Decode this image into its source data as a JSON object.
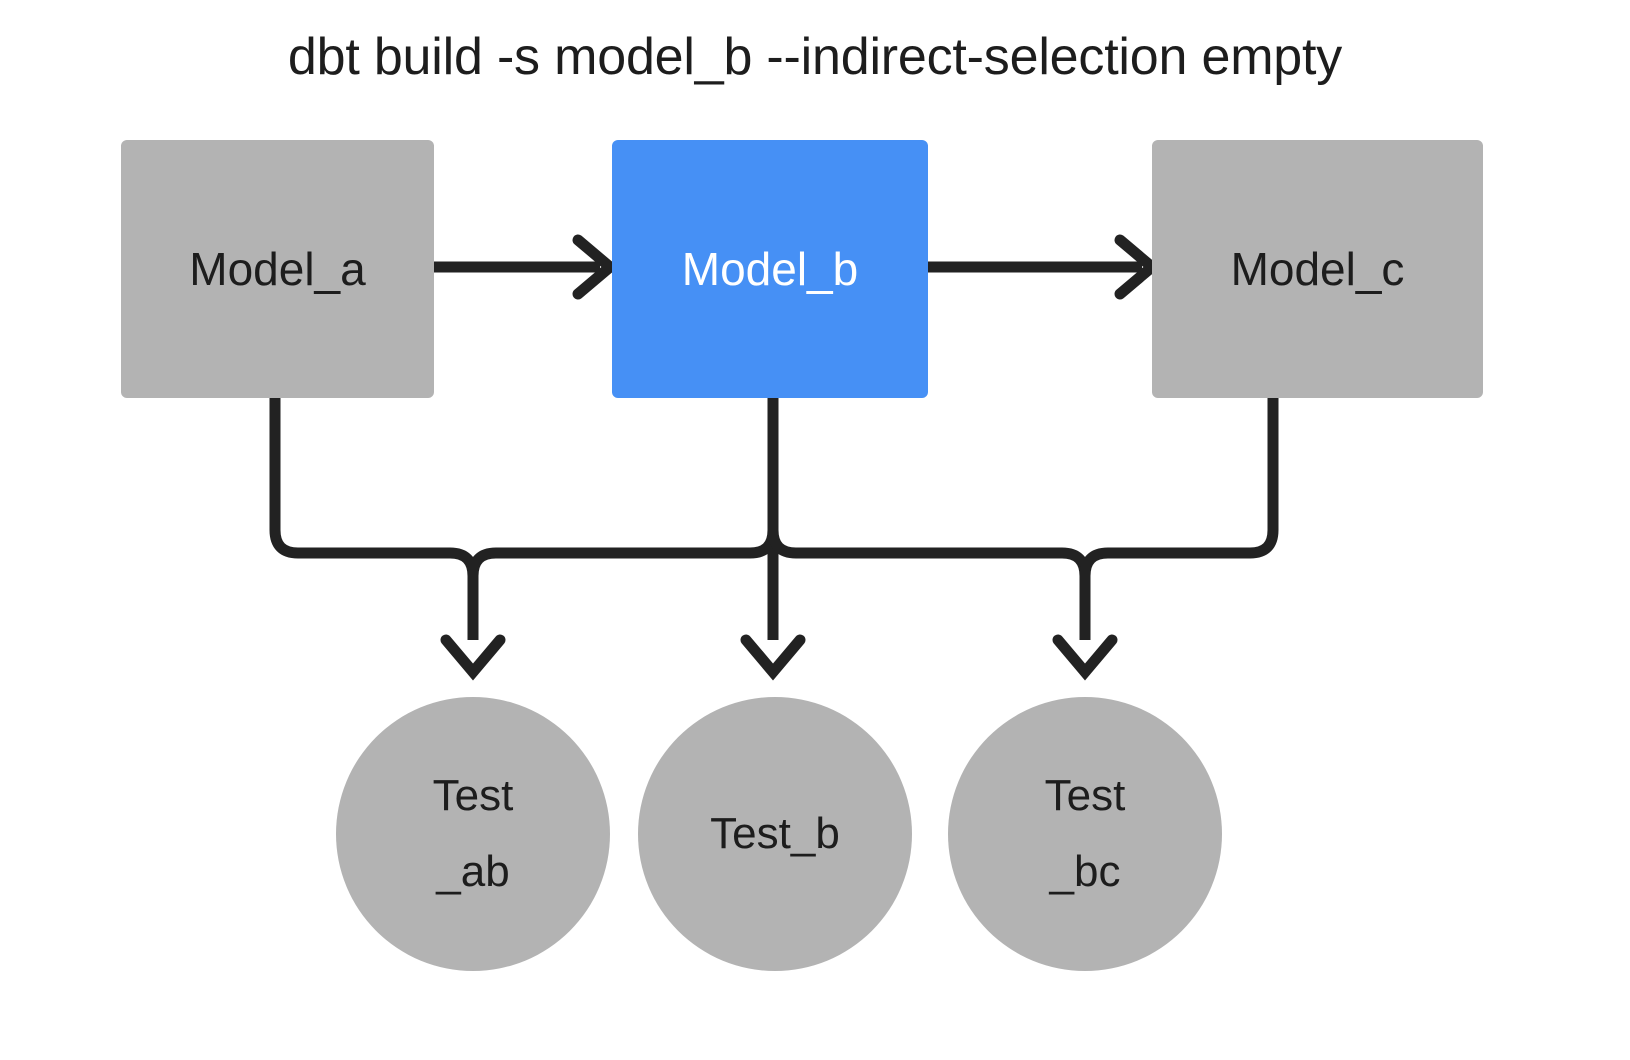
{
  "diagram": {
    "title": "dbt build -s model_b --indirect-selection empty",
    "colors": {
      "selected": "#4690f5",
      "unselected": "#b3b3b3",
      "edge": "#222222",
      "text_dark": "#1d1d1d",
      "text_light": "#ffffff",
      "background": "#ffffff"
    },
    "models": [
      {
        "id": "model_a",
        "label": "Model_a",
        "state": "unselected",
        "fill": "#b3b3b3",
        "text_color": "#1d1d1d",
        "shape": "rectangle"
      },
      {
        "id": "model_b",
        "label": "Model_b",
        "state": "selected",
        "fill": "#4690f5",
        "text_color": "#ffffff",
        "shape": "rectangle"
      },
      {
        "id": "model_c",
        "label": "Model_c",
        "state": "unselected",
        "fill": "#b3b3b3",
        "text_color": "#1d1d1d",
        "shape": "rectangle"
      }
    ],
    "tests": [
      {
        "id": "test_ab",
        "label": "Test\n_ab",
        "state": "unselected",
        "fill": "#b3b3b3",
        "text_color": "#1d1d1d",
        "shape": "circle"
      },
      {
        "id": "test_b",
        "label": "Test_b",
        "state": "unselected",
        "fill": "#b3b3b3",
        "text_color": "#1d1d1d",
        "shape": "circle"
      },
      {
        "id": "test_bc",
        "label": "Test\n_bc",
        "state": "unselected",
        "fill": "#b3b3b3",
        "text_color": "#1d1d1d",
        "shape": "circle"
      }
    ],
    "edges": [
      {
        "id": "edge-model-a-to-model-b",
        "from": "model_a",
        "to": "model_b",
        "style": "straight-horizontal"
      },
      {
        "id": "edge-model-b-to-model-c",
        "from": "model_b",
        "to": "model_c",
        "style": "straight-horizontal"
      },
      {
        "id": "edge-model-a-to-test-ab",
        "from": "model_a",
        "to": "test_ab",
        "style": "elbow-down-right"
      },
      {
        "id": "edge-model-b-to-test-ab",
        "from": "model_b",
        "to": "test_ab",
        "style": "elbow-down-left"
      },
      {
        "id": "edge-model-b-to-test-b",
        "from": "model_b",
        "to": "test_b",
        "style": "straight-vertical"
      },
      {
        "id": "edge-model-b-to-test-bc",
        "from": "model_b",
        "to": "test_bc",
        "style": "elbow-down-right"
      },
      {
        "id": "edge-model-c-to-test-bc",
        "from": "model_c",
        "to": "test_bc",
        "style": "elbow-down-left"
      }
    ]
  }
}
